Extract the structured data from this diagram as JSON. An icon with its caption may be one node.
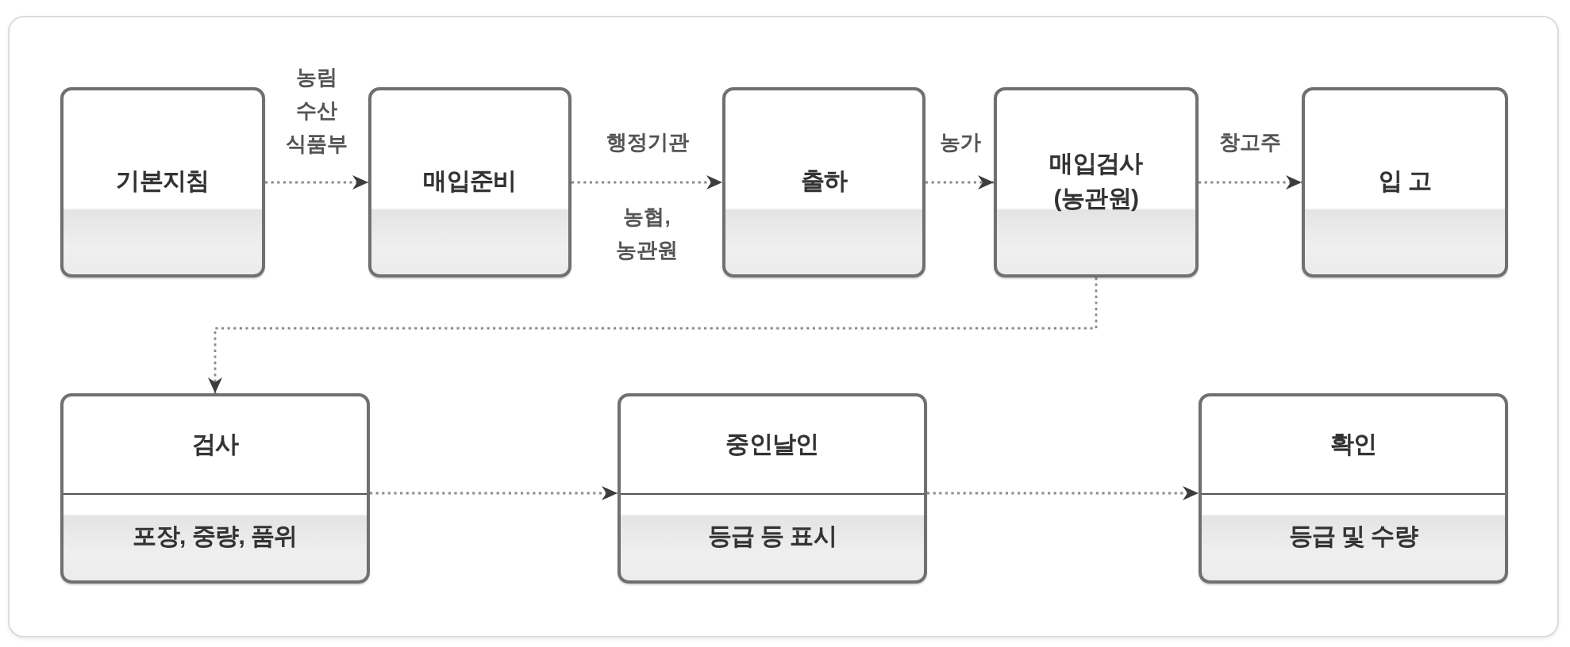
{
  "diagram": {
    "nodes": [
      {
        "text": [
          "기본지침"
        ]
      },
      {
        "text": [
          "매입준비"
        ]
      },
      {
        "text": [
          "출하"
        ]
      },
      {
        "text": [
          "매입검사 (농관원)"
        ]
      },
      {
        "text": [
          "입 고"
        ]
      },
      {
        "text": [
          "검사",
          "포장, 중량, 품위"
        ]
      },
      {
        "text": [
          "중인날인",
          "등급 등 표시"
        ]
      },
      {
        "text": [
          "확인",
          "등급 및 수량"
        ]
      }
    ],
    "edges": [
      {
        "from": 0,
        "to": 1,
        "arrow": "to",
        "label": "농림 수산 식품부"
      },
      {
        "from": 1,
        "to": 2,
        "arrow": "to",
        "label": "행정기관"
      },
      {
        "from": 2,
        "to": 3,
        "arrow": "to",
        "label": "농가"
      },
      {
        "from": 3,
        "to": 4,
        "arrow": "to",
        "label": "창고주"
      },
      {
        "from": 3,
        "to": 5,
        "arrow": "to"
      },
      {
        "from": 5,
        "to": 6,
        "arrow": "to"
      },
      {
        "from": 6,
        "to": 7,
        "arrow": "to"
      }
    ],
    "labels": [
      "농협, 농관원"
    ]
  }
}
